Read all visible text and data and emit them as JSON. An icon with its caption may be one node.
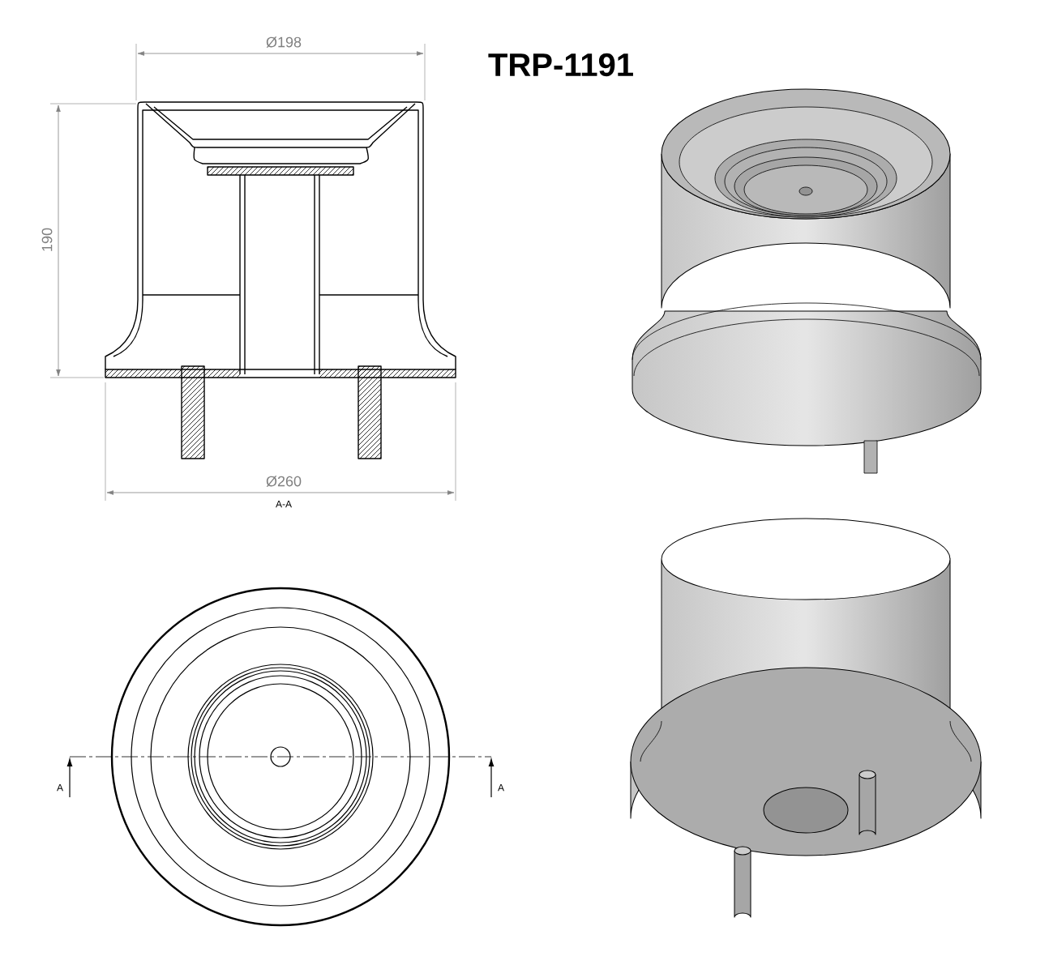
{
  "diagram": {
    "title": "TRP-1191",
    "labels": [
      "Ø198",
      "190",
      "Ø260",
      "A-A",
      "A",
      "A"
    ]
  }
}
